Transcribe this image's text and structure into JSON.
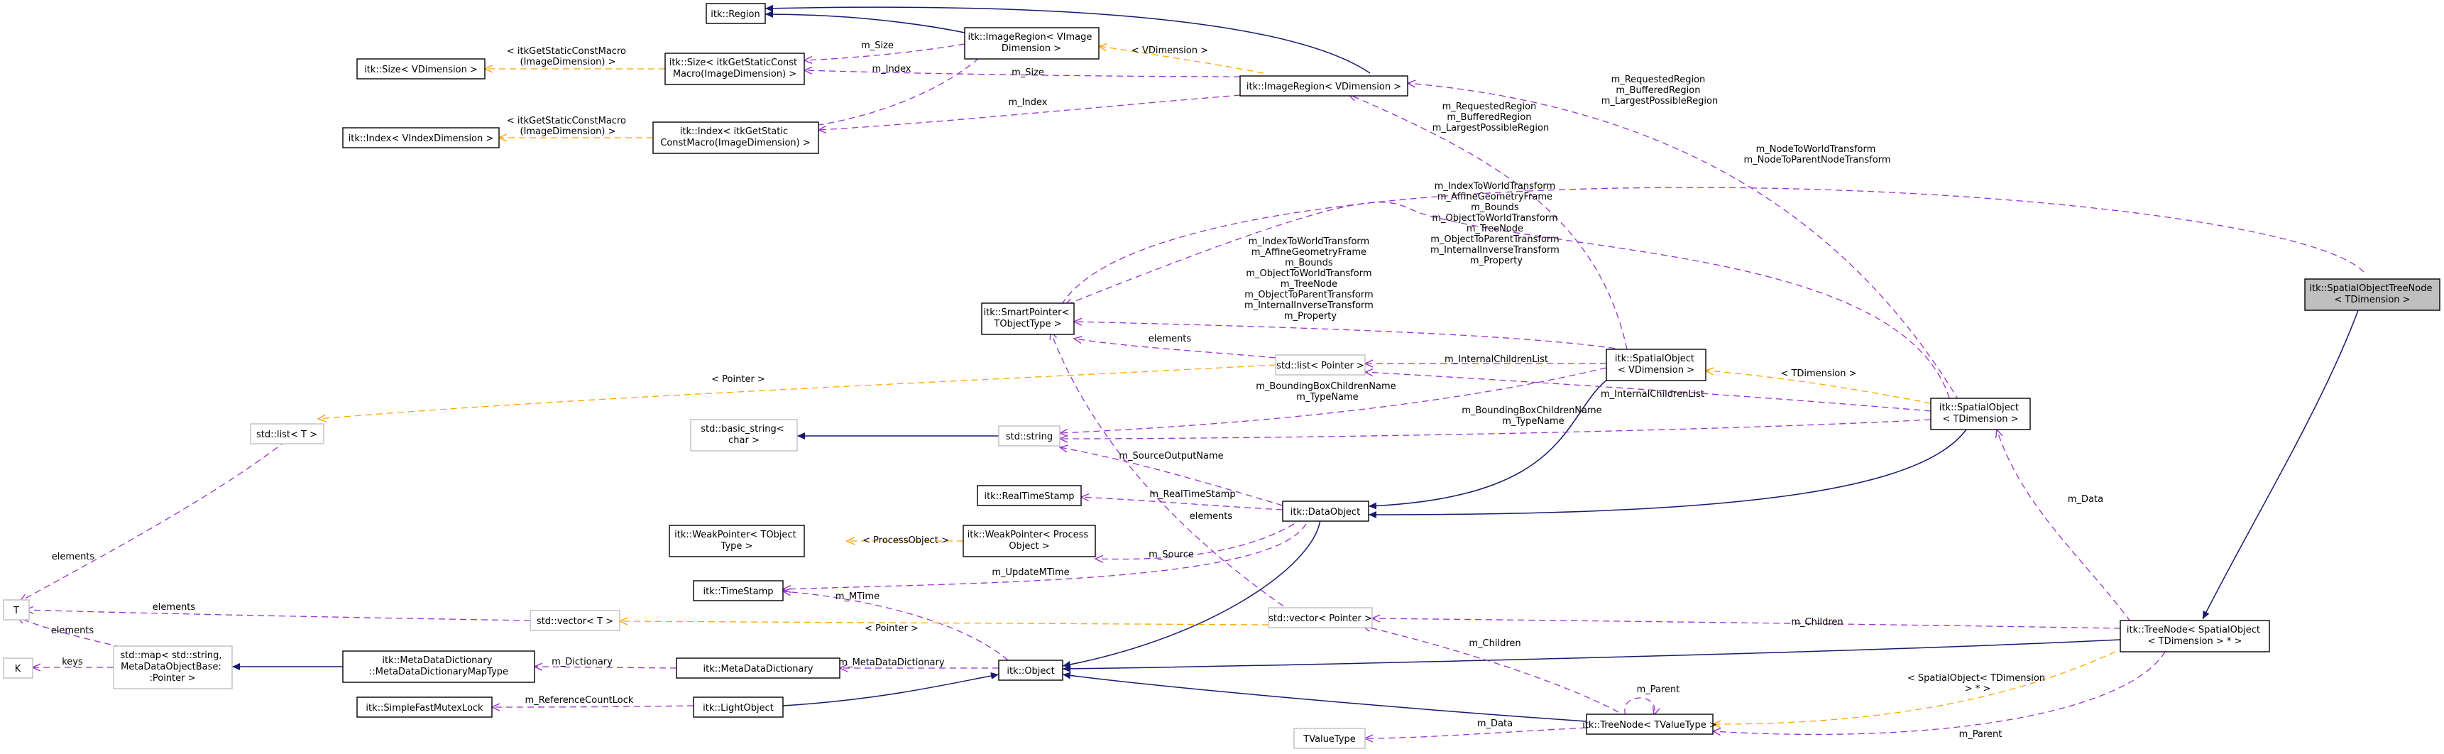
{
  "colors": {
    "inheritance": "#191970",
    "usage": "#9a32cd",
    "template": "#ffa500",
    "focus_fill": "#bfbfbf"
  },
  "nodes": {
    "region": "itk::Region",
    "image_region_vimage": [
      "itk::ImageRegion< VImage",
      "Dimension >"
    ],
    "size_static": [
      "itk::Size< itkGetStaticConst",
      "Macro(ImageDimension) >"
    ],
    "size_vdim": "itk::Size< VDimension >",
    "index_static": [
      "itk::Index< itkGetStatic",
      "ConstMacro(ImageDimension) >"
    ],
    "index_vindex": "itk::Index< VIndexDimension >",
    "image_region_vdim": "itk::ImageRegion< VDimension >",
    "smart_pointer": [
      "itk::SmartPointer<",
      "TObjectType >"
    ],
    "list_pointer": "std::list< Pointer >",
    "list_t": "std::list< T >",
    "basic_string": [
      "std::basic_string<",
      "char >"
    ],
    "string": "std::string",
    "spatial_object_v": [
      "itk::SpatialObject",
      "< VDimension >"
    ],
    "spatial_object_t": [
      "itk::SpatialObject",
      "< TDimension >"
    ],
    "spatial_object_tree_node": [
      "itk::SpatialObjectTreeNode",
      "< TDimension >"
    ],
    "real_time_stamp": "itk::RealTimeStamp",
    "data_object": "itk::DataObject",
    "weak_pointer_t": [
      "itk::WeakPointer< TObject",
      "Type >"
    ],
    "weak_pointer_p": [
      "itk::WeakPointer< Process",
      "Object >"
    ],
    "time_stamp": "itk::TimeStamp",
    "t": "T",
    "vector_t": "std::vector< T >",
    "vector_pointer": "std::vector< Pointer >",
    "std_map": [
      "std::map< std::string,",
      "MetaDataObjectBase:",
      ":Pointer >"
    ],
    "k": "K",
    "meta_dict_map": [
      "itk::MetaDataDictionary",
      "::MetaDataDictionaryMapType"
    ],
    "meta_dict": "itk::MetaDataDictionary",
    "object": "itk::Object",
    "tree_node_so": [
      "itk::TreeNode< SpatialObject",
      "< TDimension > * >"
    ],
    "simple_mutex": "itk::SimpleFastMutexLock",
    "light_object": "itk::LightObject",
    "tvalue_type": "TValueType",
    "tree_node_tv": "itk::TreeNode< TValueType >"
  },
  "labels": {
    "m_size_1": "m_Size",
    "m_index_1": "m_Index",
    "m_size_2": "m_Size",
    "m_index_2": "m_Index",
    "vdimension_tmpl": "< VDimension >",
    "static_macro_size": [
      "< itkGetStaticConstMacro",
      "(ImageDimension) >"
    ],
    "static_macro_index": [
      "< itkGetStaticConstMacro",
      "(ImageDimension) >"
    ],
    "region_members_right": [
      "m_RequestedRegion",
      "m_BufferedRegion",
      "m_LargestPossibleRegion"
    ],
    "region_members_mid": [
      "m_RequestedRegion",
      "m_BufferedRegion",
      "m_LargestPossibleRegion"
    ],
    "node_transforms": [
      "m_NodeToWorldTransform",
      "m_NodeToParentNodeTransform"
    ],
    "spatial_members_a": [
      "m_IndexToWorldTransform",
      "m_AffineGeometryFrame",
      "m_Bounds",
      "m_ObjectToWorldTransform",
      "m_TreeNode",
      "m_ObjectToParentTransform",
      "m_InternalInverseTransform",
      "m_Property"
    ],
    "spatial_members_b": [
      "m_IndexToWorldTransform",
      "m_AffineGeometryFrame",
      "m_Bounds",
      "m_ObjectToWorldTransform",
      "m_TreeNode",
      "m_ObjectToParentTransform",
      "m_InternalInverseTransform",
      "m_Property"
    ],
    "elements_list": "elements",
    "pointer_tmpl_list": "< Pointer >",
    "internal_children_1": "m_InternalChildrenList",
    "internal_children_2": "m_InternalChildrenList",
    "bbox_names_1": [
      "m_BoundingBoxChildrenName",
      "m_TypeName"
    ],
    "bbox_names_2": [
      "m_BoundingBoxChildrenName",
      "m_TypeName"
    ],
    "tdimension_tmpl": "< TDimension >",
    "source_output_name": "m_SourceOutputName",
    "real_time_stamp_member": "m_RealTimeStamp",
    "process_object_tmpl": "< ProcessObject >",
    "m_source": "m_Source",
    "m_update_mtime": "m_UpdateMTime",
    "elements_vector": "elements",
    "elements_list_t": "elements",
    "elements_vector_t": "elements",
    "m_data_so": "m_Data",
    "m_mtime": "m_MTime",
    "pointer_tmpl_vector": "< Pointer >",
    "m_children_1": "m_Children",
    "m_children_2": "m_Children",
    "keys": "keys",
    "elements_map": "elements",
    "m_dictionary": "m_Dictionary",
    "m_meta_data_dictionary": "m_MetaDataDictionary",
    "m_parent_self": "m_Parent",
    "spatial_object_tmpl": [
      "< SpatialObject< TDimension",
      "> * >"
    ],
    "m_reference_count_lock": "m_ReferenceCountLock",
    "m_data_tv": "m_Data",
    "m_parent": "m_Parent"
  }
}
